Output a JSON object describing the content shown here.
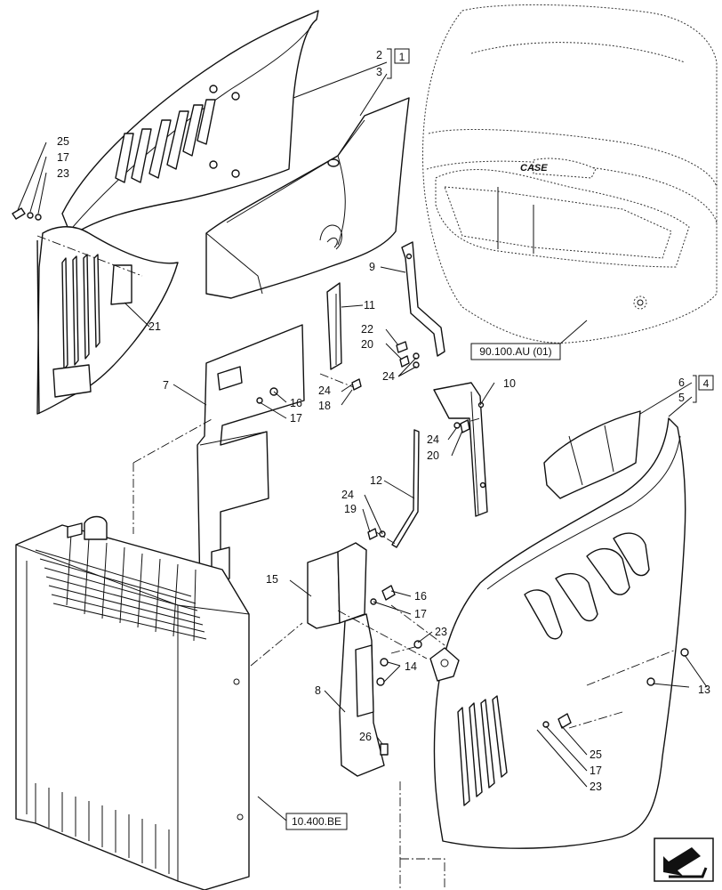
{
  "callouts": {
    "c1": "1",
    "c2": "2",
    "c3": "3",
    "c4": "4",
    "c5": "5",
    "c6": "6",
    "c7": "7",
    "c8": "8",
    "c9": "9",
    "c10": "10",
    "c11": "11",
    "c12": "12",
    "c13": "13",
    "c14": "14",
    "c15": "15",
    "c16a": "16",
    "c16b": "16",
    "c17a": "17",
    "c17b": "17",
    "c17c": "17",
    "c17d": "17",
    "c18": "18",
    "c19": "19",
    "c20a": "20",
    "c20b": "20",
    "c21": "21",
    "c22": "22",
    "c23a": "23",
    "c23b": "23",
    "c23c": "23",
    "c24a": "24",
    "c24b": "24",
    "c24c": "24",
    "c24d": "24",
    "c25a": "25",
    "c25b": "25",
    "c26": "26"
  },
  "references": {
    "hood": "90.100.AU (01)",
    "radiator": "10.400.BE"
  },
  "nav": {
    "icon": "next-page-arrow-icon"
  }
}
